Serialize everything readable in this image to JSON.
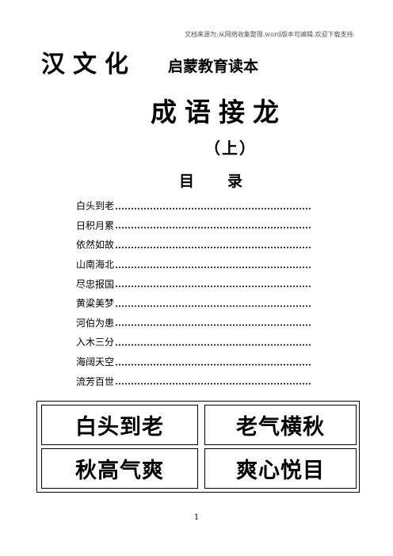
{
  "watermark": "文档来源为:从网络收集整理.word版本可编辑.欢迎下载支持.",
  "header": {
    "series_title": "汉文化",
    "series_subtitle": "启蒙教育读本"
  },
  "main_title": "成语接龙",
  "volume": "（上）",
  "toc": {
    "heading": "目录",
    "items": [
      {
        "label": "白头到老"
      },
      {
        "label": "日积月累"
      },
      {
        "label": "依然如故"
      },
      {
        "label": "山南海北"
      },
      {
        "label": "尽忠报国"
      },
      {
        "label": "黄粱美梦"
      },
      {
        "label": "河伯为患"
      },
      {
        "label": "入木三分"
      },
      {
        "label": "海阔天空"
      },
      {
        "label": "流芳百世"
      }
    ]
  },
  "idiom_chain": {
    "cards": [
      "白头到老",
      "老气横秋",
      "秋高气爽",
      "爽心悦目"
    ]
  },
  "footer": {
    "page_number": "1"
  }
}
